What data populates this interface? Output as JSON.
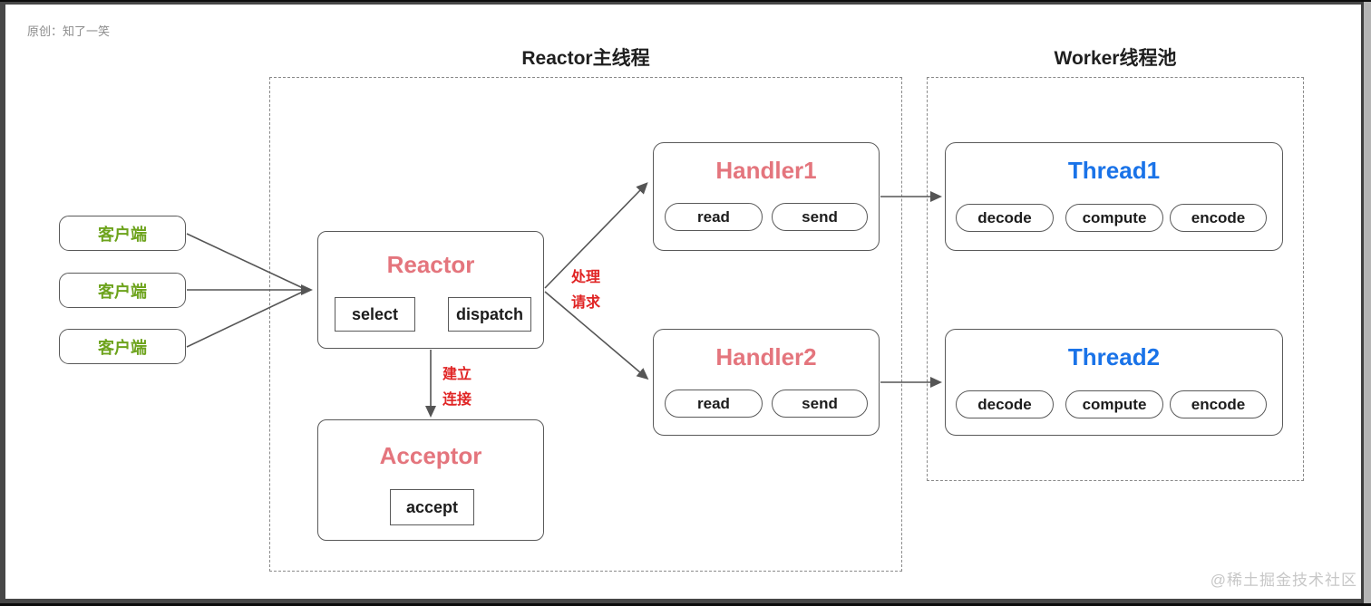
{
  "credit": "原创：知了一笑",
  "watermark": "@稀土掘金技术社区",
  "sections": {
    "reactor_main": {
      "title": "Reactor主线程"
    },
    "worker_pool": {
      "title": "Worker线程池"
    }
  },
  "clients": [
    {
      "label": "客户端"
    },
    {
      "label": "客户端"
    },
    {
      "label": "客户端"
    }
  ],
  "reactor": {
    "title": "Reactor",
    "ops": [
      "select",
      "dispatch"
    ]
  },
  "acceptor": {
    "title": "Acceptor",
    "ops": [
      "accept"
    ]
  },
  "handlers": [
    {
      "title": "Handler1",
      "ops": [
        "read",
        "send"
      ]
    },
    {
      "title": "Handler2",
      "ops": [
        "read",
        "send"
      ]
    }
  ],
  "threads": [
    {
      "title": "Thread1",
      "ops": [
        "decode",
        "compute",
        "encode"
      ]
    },
    {
      "title": "Thread2",
      "ops": [
        "decode",
        "compute",
        "encode"
      ]
    }
  ],
  "edge_labels": {
    "establish": [
      "建立",
      "连接"
    ],
    "process": [
      "处理",
      "请求"
    ]
  },
  "colors": {
    "salmon_title": "#e4757d",
    "blue_title": "#1a73e8",
    "green_client": "#6da31c",
    "red_label": "#e02424",
    "box_border": "#595959",
    "dashed_border": "#8a8a8a",
    "credit_gray": "#8c8c8c",
    "watermark_gray": "#c7c7c7"
  }
}
